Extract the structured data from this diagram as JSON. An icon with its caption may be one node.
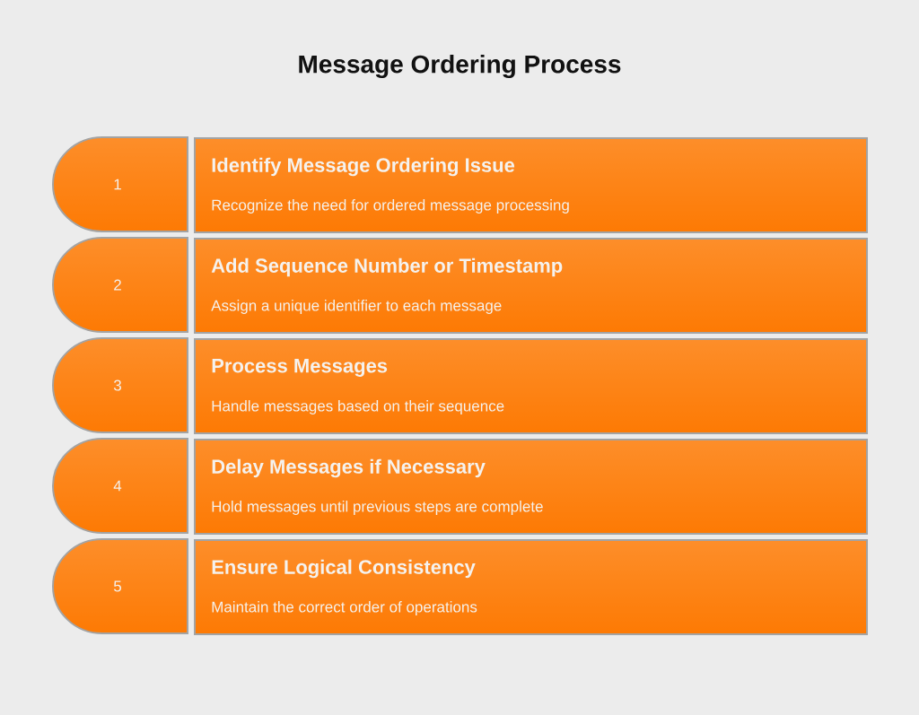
{
  "diagram": {
    "title": "Message Ordering Process",
    "nodes": [
      {
        "text": [
          "1"
        ]
      },
      {
        "text": [
          "Identify Message Ordering Issue",
          "Recognize the need for ordered message processing"
        ]
      },
      {
        "text": [
          "2"
        ]
      },
      {
        "text": [
          "Add Sequence Number or Timestamp",
          "Assign a unique identifier to each message"
        ]
      },
      {
        "text": [
          "3"
        ]
      },
      {
        "text": [
          "Process Messages",
          "Handle messages based on their sequence"
        ]
      },
      {
        "text": [
          "4"
        ]
      },
      {
        "text": [
          "Delay Messages if Necessary",
          "Hold messages until previous steps are complete"
        ]
      },
      {
        "text": [
          "5"
        ]
      },
      {
        "text": [
          "Ensure Logical Consistency",
          "Maintain the correct order of operations"
        ]
      }
    ]
  }
}
